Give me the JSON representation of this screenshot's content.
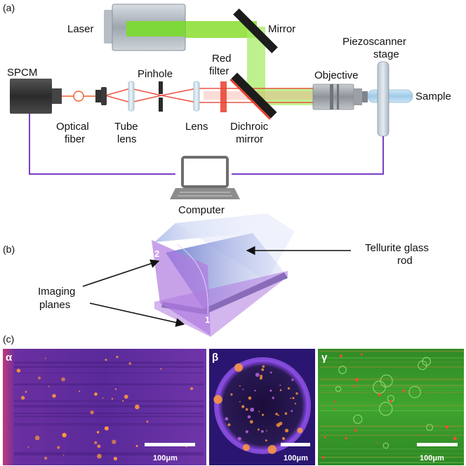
{
  "panels": {
    "a": "(a)",
    "b": "(b)",
    "c": "(c)"
  },
  "setup": {
    "laser": "Laser",
    "mirror": "Mirror",
    "piezo_line1": "Piezoscanner",
    "piezo_line2": "stage",
    "spcm": "SPCM",
    "pinhole": "Pinhole",
    "red_filter_line1": "Red",
    "red_filter_line2": "filter",
    "objective": "Objective",
    "sample": "Sample",
    "optical_fiber_line1": "Optical",
    "optical_fiber_line2": "fiber",
    "tube_lens_line1": "Tube",
    "tube_lens_line2": "lens",
    "lens": "Lens",
    "dichroic_line1": "Dichroic",
    "dichroic_line2": "mirror",
    "computer": "Computer"
  },
  "rod": {
    "tellurite_line1": "Tellurite glass",
    "tellurite_line2": "rod",
    "imaging_line1": "Imaging",
    "imaging_line2": "planes",
    "plane_2": "2",
    "plane_1": "1"
  },
  "images": {
    "alpha": {
      "symbol": "α",
      "scale": "100μm"
    },
    "beta": {
      "symbol": "β",
      "scale": "100μm"
    },
    "gamma": {
      "symbol": "γ",
      "scale": "100μm"
    }
  },
  "colors": {
    "laser_green": "#8fe03a",
    "signal_red": "#e8402e",
    "cable_purple": "#7a3fc4",
    "plane_violet": "#b07ae0",
    "rod_blue": "#6b7fd0",
    "heatmap_bg": "#5a2a9a",
    "heatmap_hot": "#ff9a3a",
    "fluor_green": "#3aa02a"
  }
}
